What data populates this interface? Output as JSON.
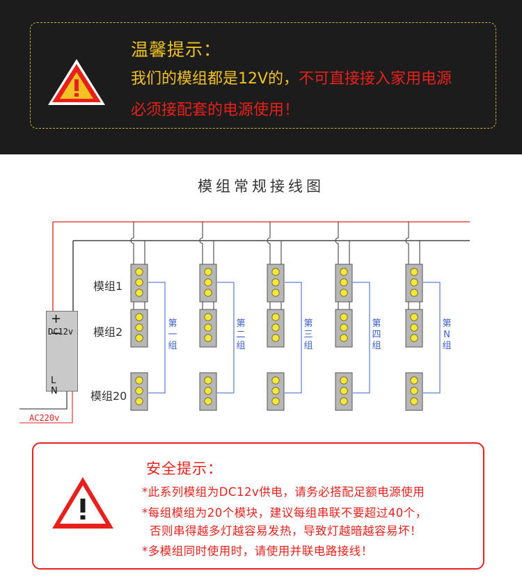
{
  "notice": {
    "title": "温馨提示：",
    "line1_part1": "我们的模组都是12V的，",
    "line1_part2": "不可直接接入家用电源",
    "line2": "必须接配套的电源使用！"
  },
  "diagram": {
    "title": "模组常规接线图",
    "module_labels": [
      "模组1",
      "模组2",
      "模组20"
    ],
    "group_labels": [
      "第一组",
      "第二组",
      "第三组",
      "第四组",
      "第N组"
    ],
    "psu": {
      "polarity": "+ −",
      "voltage": "DC12v",
      "terminals": "L N"
    },
    "ac_label": "AC220v"
  },
  "safety": {
    "title": "安全提示：",
    "items": [
      "*此系列模组为DC12v供电，请务必搭配足额电源使用",
      "*每组模组为20个模块，建议每组串联不要超过40个，",
      "否则串得越多灯越容易发热，导致灯越暗越容易坏！",
      "*多模组同时使用时，请使用并联电路接线！"
    ]
  },
  "colors": {
    "accent_yellow": "#f2c224",
    "warning_red": "#e8201b",
    "group_blue": "#3a5fcf",
    "background_dark": "#1c1c1c"
  }
}
